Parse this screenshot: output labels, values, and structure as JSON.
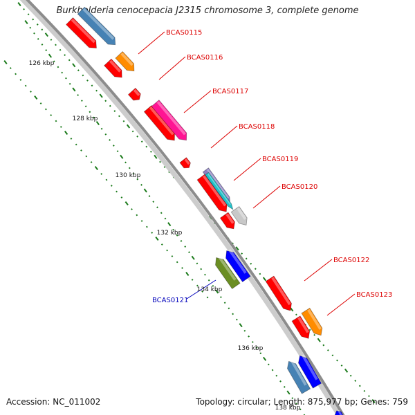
{
  "title": "Burkholderia cenocepacia J2315 chromosome 3, complete genome",
  "footer": {
    "accession": "Accession: NC_011002",
    "summary": "Topology: circular; Length: 875,977 bp; Genes: 759"
  },
  "scale_labels": [
    "126 kbp",
    "128 kbp",
    "130 kbp",
    "132 kbp",
    "134 kbp",
    "136 kbp",
    "138 kbp"
  ],
  "gene_labels": [
    {
      "text": "BCAS0115",
      "color": "#dd0000"
    },
    {
      "text": "BCAS0116",
      "color": "#dd0000"
    },
    {
      "text": "BCAS0117",
      "color": "#dd0000"
    },
    {
      "text": "BCAS0118",
      "color": "#dd0000"
    },
    {
      "text": "BCAS0119",
      "color": "#dd0000"
    },
    {
      "text": "BCAS0120",
      "color": "#dd0000"
    },
    {
      "text": "BCAS0121",
      "color": "#0000bb"
    },
    {
      "text": "BCAS0122",
      "color": "#dd0000"
    },
    {
      "text": "BCAS0123",
      "color": "#dd0000"
    }
  ],
  "colors": {
    "red": "#ff0000",
    "steel": "#4682b4",
    "orange": "#ff8c00",
    "magenta": "#ff1493",
    "lavender": "#8a7fc0",
    "cyan": "#20c0c8",
    "gray": "#c8c8c8",
    "olive": "#6b8e23",
    "blue": "#0000ff",
    "backbone": "#888888",
    "dots": "#1a7a1a"
  }
}
